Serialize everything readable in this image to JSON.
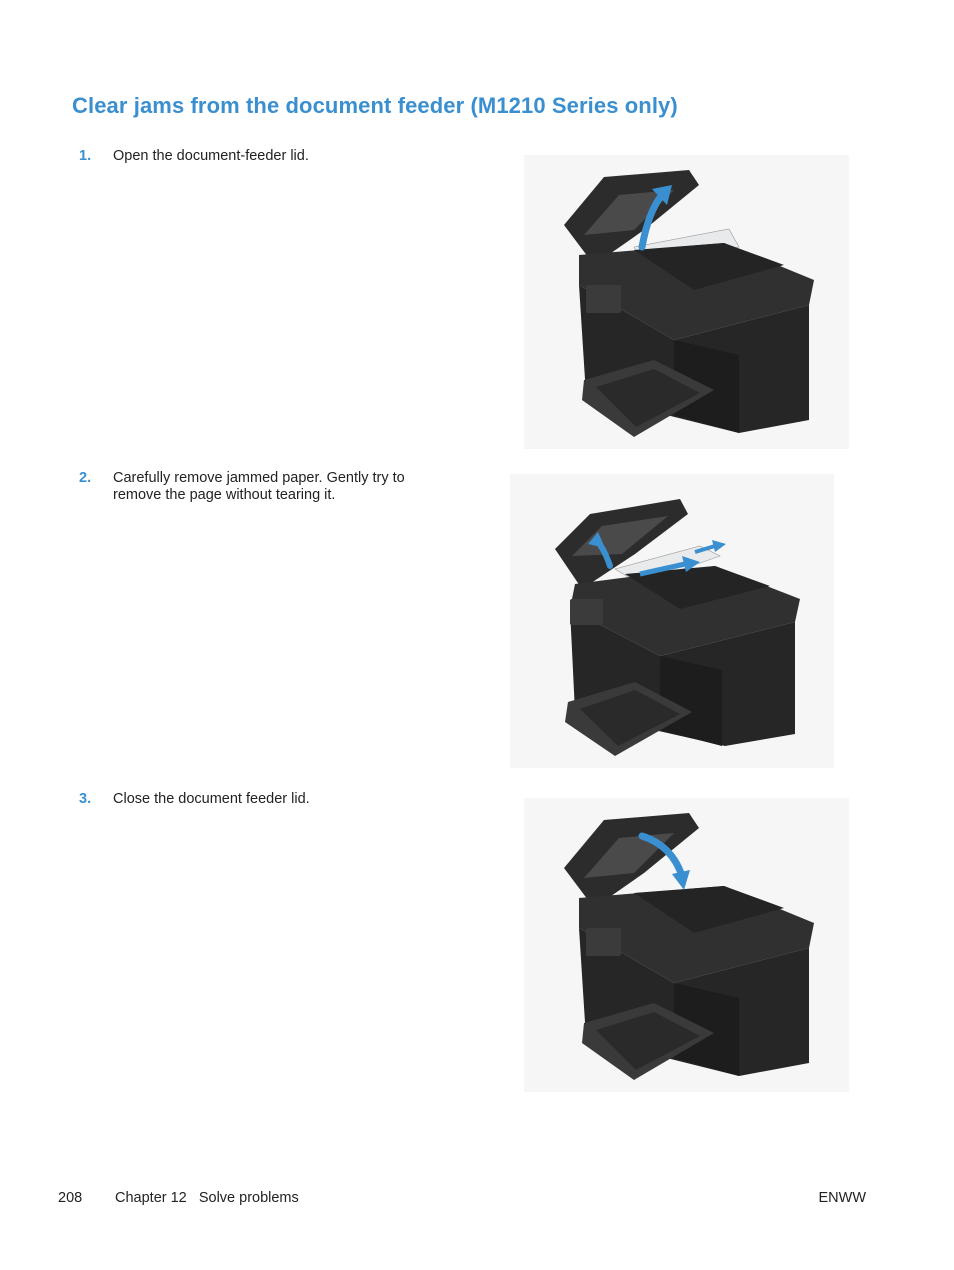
{
  "page_title": "Clear jams from the document feeder (M1210 Series only)",
  "steps": [
    {
      "number": "1.",
      "text": "Open the document-feeder lid."
    },
    {
      "number": "2.",
      "text": "Carefully remove jammed paper. Gently try to remove the page without tearing it."
    },
    {
      "number": "3.",
      "text": "Close the document feeder lid."
    }
  ],
  "footer": {
    "page_number": "208",
    "chapter": "Chapter 12   Solve problems",
    "right_label": "ENWW"
  },
  "colors": {
    "heading": "#3a8fd0",
    "arrow": "#3a8fd0",
    "printer_body": "#2a2a2a"
  },
  "icons": [
    "printer-illustration",
    "lift-arrow-icon",
    "pull-arrow-icon",
    "close-arrow-icon"
  ]
}
